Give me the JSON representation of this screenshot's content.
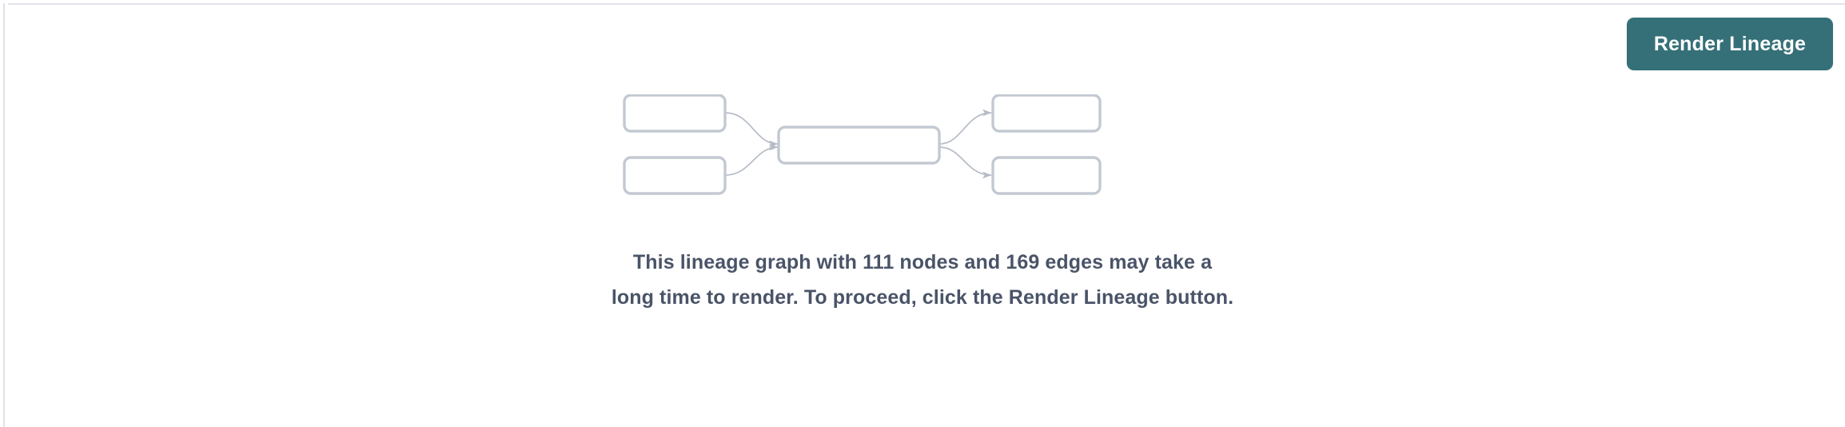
{
  "panel": {
    "background_color": "#ffffff",
    "border_color": "#e2e4e9"
  },
  "toolbar": {
    "render_button_label": "Render Lineage",
    "render_button_color": "#357078",
    "render_button_text_color": "#ffffff"
  },
  "empty_state": {
    "message_line_1": "This lineage graph with 111 nodes and 169 edges may take",
    "message_line_2": "a long time to render. To proceed, click the Render Lineage",
    "message_line_3": "button.",
    "message_full": "This lineage graph with 111 nodes and 169 edges may take a long time to render. To proceed, click the Render Lineage button.",
    "message_color": "#4a5468",
    "node_count": "111",
    "edge_count": "169"
  },
  "illustration": {
    "node_border_color": "#c3c9d2",
    "edge_color": "#b6bcc6",
    "nodes": [
      {
        "id": "source-top",
        "label": ""
      },
      {
        "id": "source-bottom",
        "label": ""
      },
      {
        "id": "center",
        "label": ""
      },
      {
        "id": "target-top",
        "label": ""
      },
      {
        "id": "target-bottom",
        "label": ""
      }
    ],
    "edges": [
      {
        "from": "source-top",
        "to": "center"
      },
      {
        "from": "source-bottom",
        "to": "center"
      },
      {
        "from": "center",
        "to": "target-top"
      },
      {
        "from": "center",
        "to": "target-bottom"
      }
    ]
  }
}
